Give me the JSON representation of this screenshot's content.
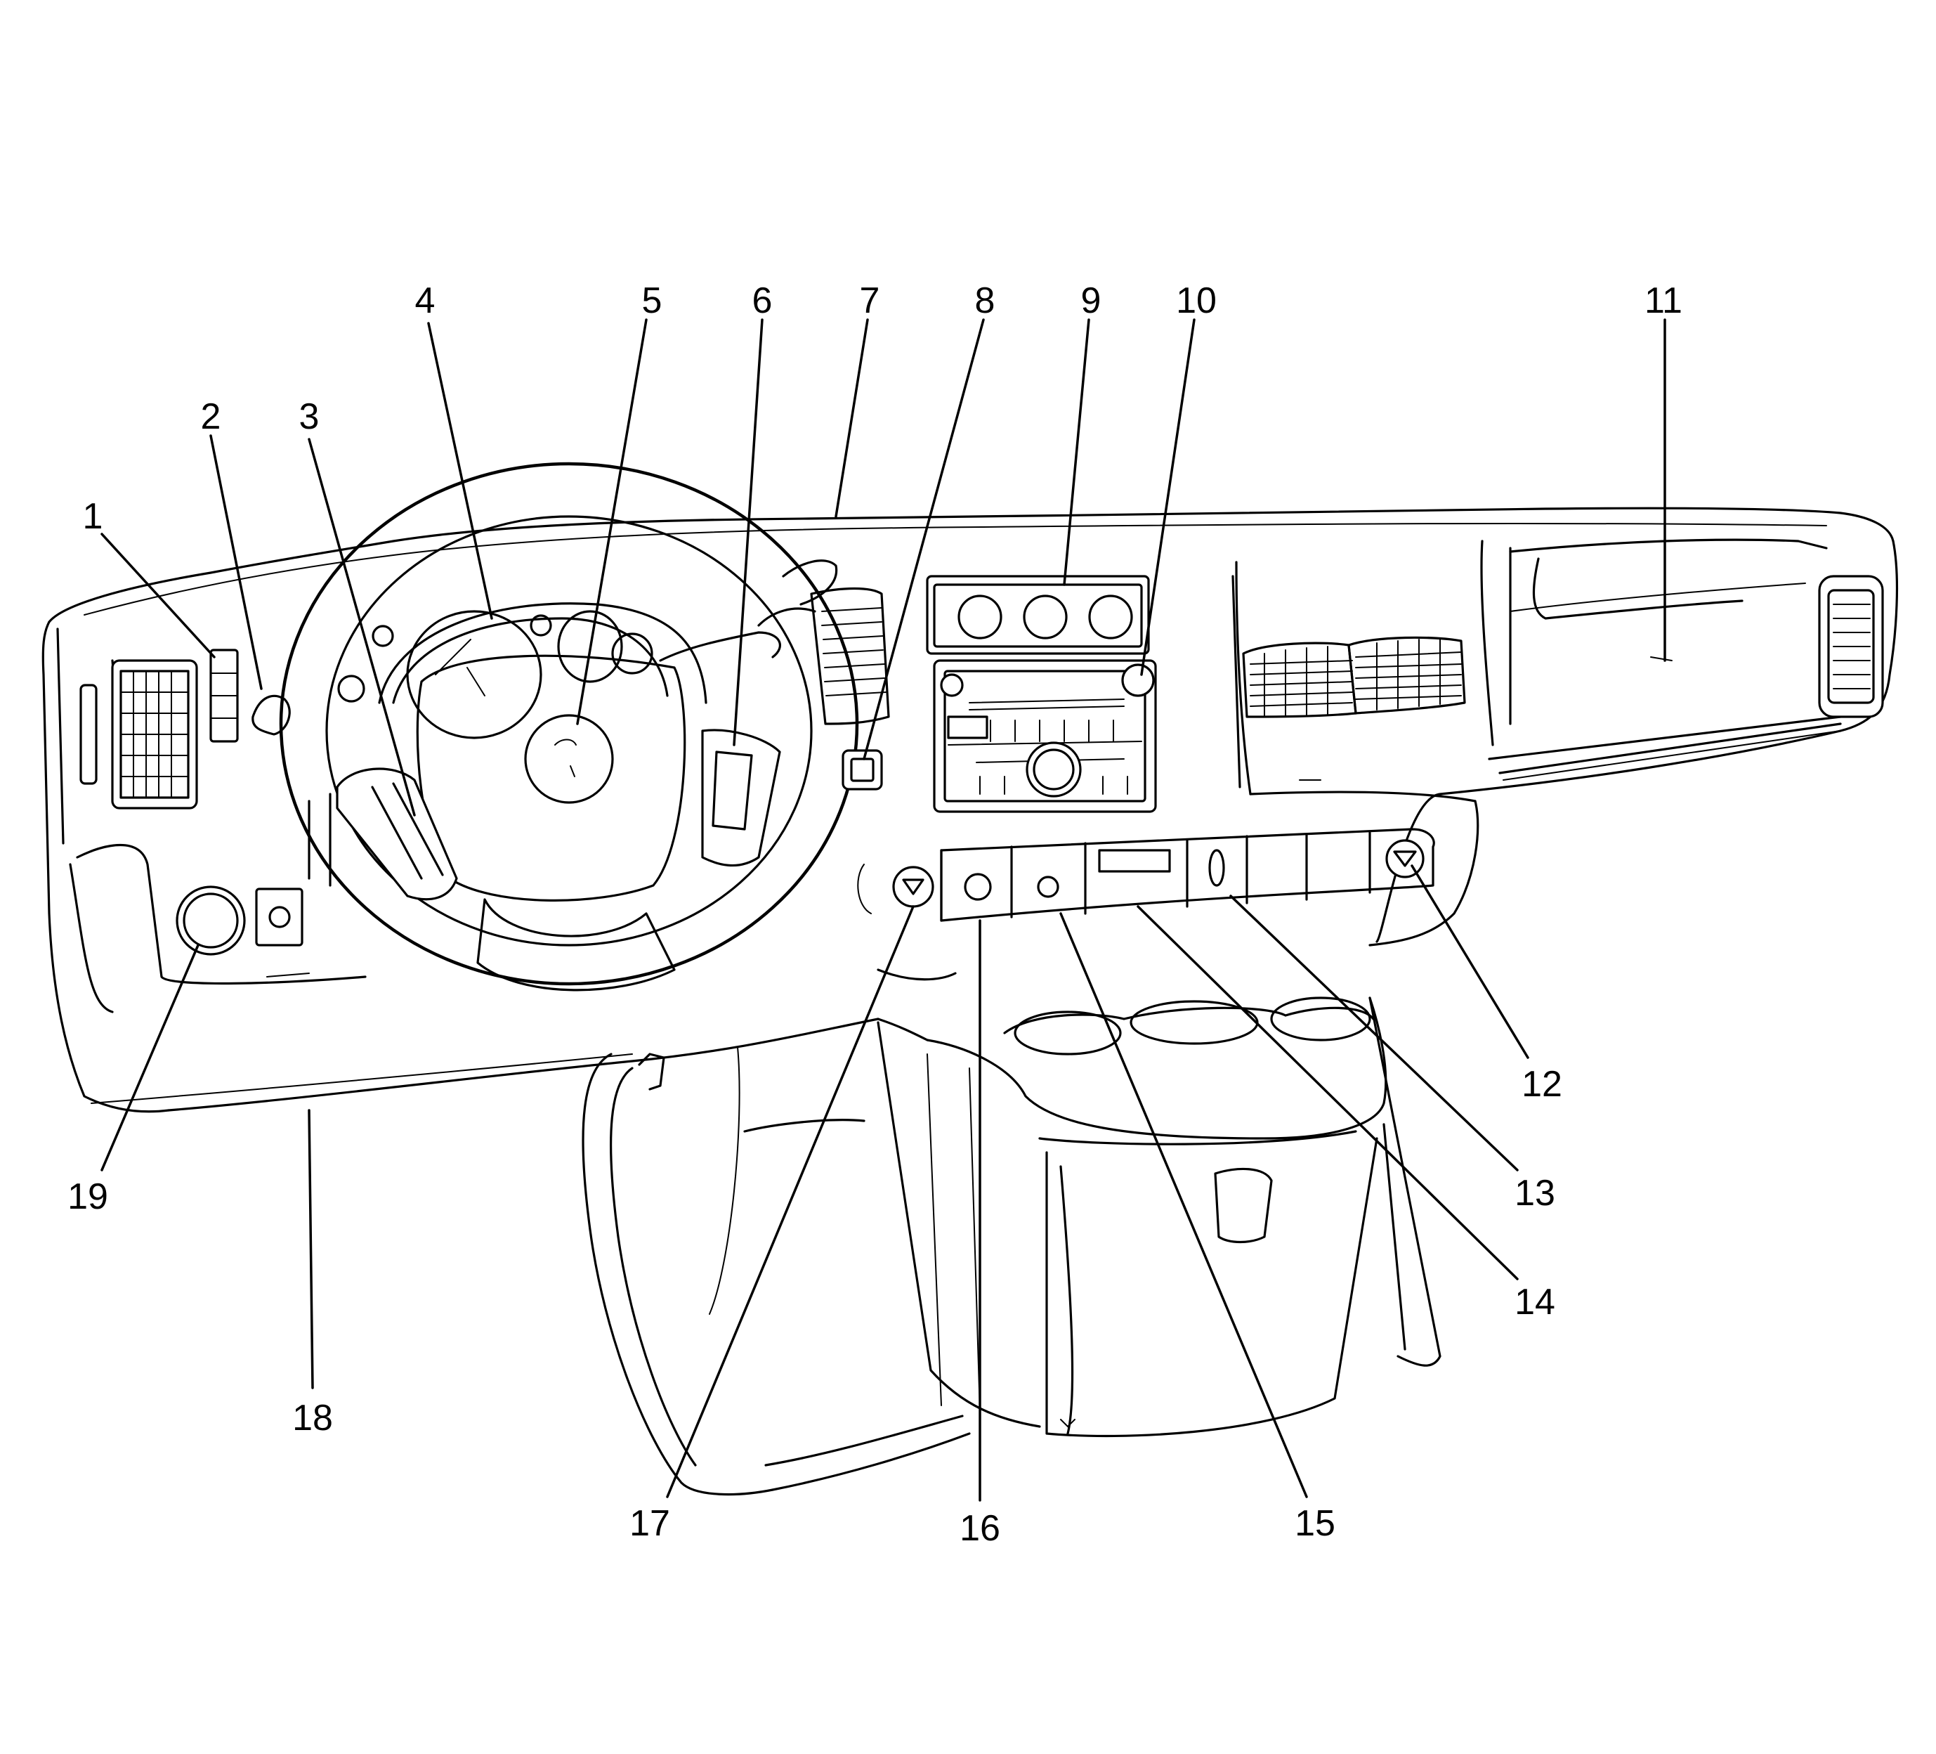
{
  "callouts": [
    {
      "id": "1",
      "text": "1"
    },
    {
      "id": "2",
      "text": "2"
    },
    {
      "id": "3",
      "text": "3"
    },
    {
      "id": "4",
      "text": "4"
    },
    {
      "id": "5",
      "text": "5"
    },
    {
      "id": "6",
      "text": "6"
    },
    {
      "id": "7",
      "text": "7"
    },
    {
      "id": "8",
      "text": "8"
    },
    {
      "id": "9",
      "text": "9"
    },
    {
      "id": "10",
      "text": "10"
    },
    {
      "id": "11",
      "text": "11"
    },
    {
      "id": "12",
      "text": "12"
    },
    {
      "id": "13",
      "text": "13"
    },
    {
      "id": "14",
      "text": "14"
    },
    {
      "id": "15",
      "text": "15"
    },
    {
      "id": "16",
      "text": "16"
    },
    {
      "id": "17",
      "text": "17"
    },
    {
      "id": "18",
      "text": "18"
    },
    {
      "id": "19",
      "text": "19"
    }
  ],
  "colors": {
    "line": "#000000",
    "background": "#ffffff"
  }
}
